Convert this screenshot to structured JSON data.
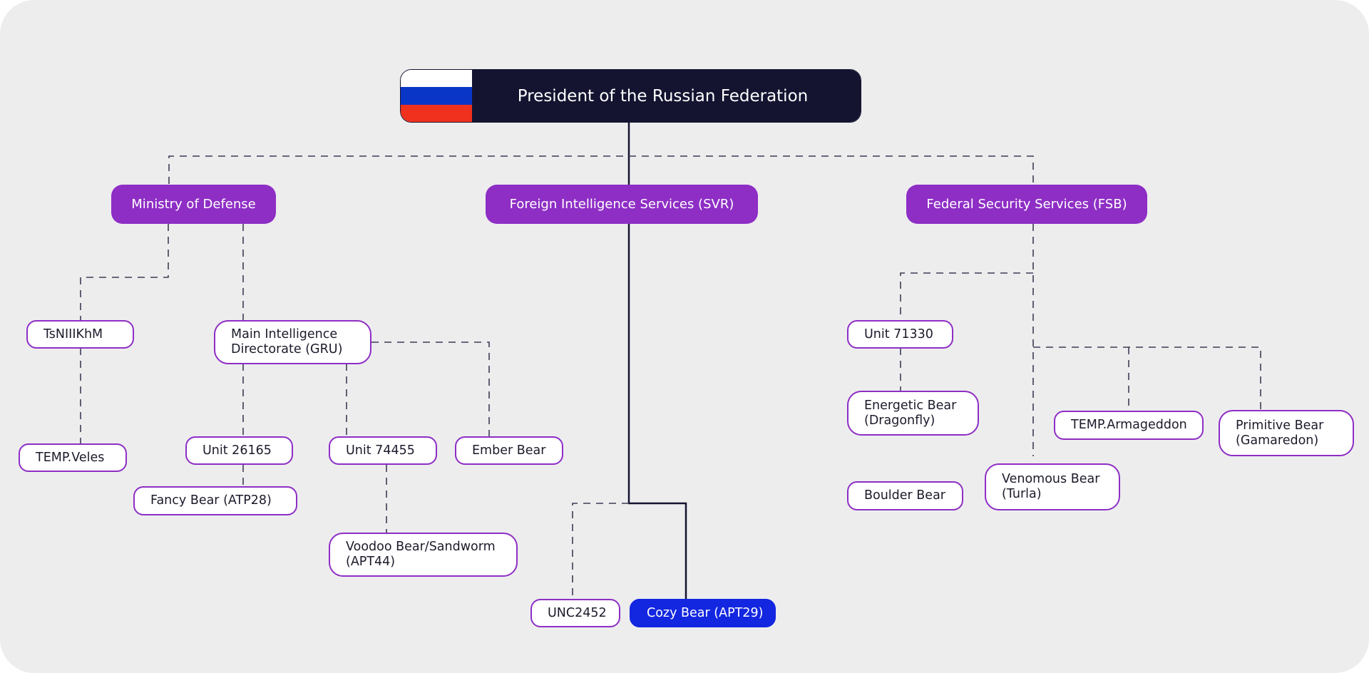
{
  "colors": {
    "background": "#ededee",
    "agency_fill": "#8e2ec5",
    "leaf_border": "#8e2ec5",
    "president_fill": "#141431",
    "highlight_fill": "#1326e0",
    "line": "#141431"
  },
  "flag": {
    "stripes": [
      "#ffffff",
      "#0a36c8",
      "#f0311d"
    ]
  },
  "president": {
    "title": "President of the Russian Federation"
  },
  "agencies": {
    "mod": "Ministry of Defense",
    "svr": "Foreign Intelligence Services (SVR)",
    "fsb": "Federal Security Services (FSB)"
  },
  "mod": {
    "tsniiikhm": "TsNIIIKhM",
    "temp_veles": "TEMP.Veles",
    "gru_line1": "Main Intelligence",
    "gru_line2": "Directorate (GRU)",
    "unit_26165": "Unit 26165",
    "fancy_bear": "Fancy Bear (ATP28)",
    "unit_74455": "Unit 74455",
    "voodoo_line1": "Voodoo Bear/Sandworm",
    "voodoo_line2": "(APT44)",
    "ember_bear": "Ember Bear"
  },
  "svr": {
    "unc2452": "UNC2452",
    "cozy_bear": "Cozy Bear (APT29)"
  },
  "fsb": {
    "unit_71330": "Unit 71330",
    "energetic_line1": "Energetic Bear",
    "energetic_line2": "(Dragonfly)",
    "boulder_bear": "Boulder Bear",
    "venomous_line1": "Venomous Bear",
    "venomous_line2": "(Turla)",
    "temp_armageddon": "TEMP.Armageddon",
    "primitive_line1": "Primitive Bear",
    "primitive_line2": "(Gamaredon)"
  }
}
